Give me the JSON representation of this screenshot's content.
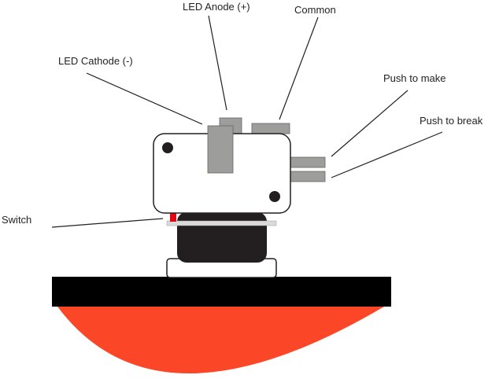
{
  "diagram": {
    "labels": {
      "led_anode": "LED Anode (+)",
      "common": "Common",
      "led_cathode": "LED Cathode (-)",
      "push_to_make": "Push to make",
      "push_to_break": "Push to break",
      "switch": "Switch"
    },
    "colors": {
      "outline": "#231f20",
      "pin_gray": "#9d9d9c",
      "dome_red": "#fb4727",
      "switch_red": "#e30613",
      "plunger_black": "#231f20",
      "base_black": "#000000",
      "light_gray": "#dadada",
      "white": "#ffffff"
    }
  }
}
